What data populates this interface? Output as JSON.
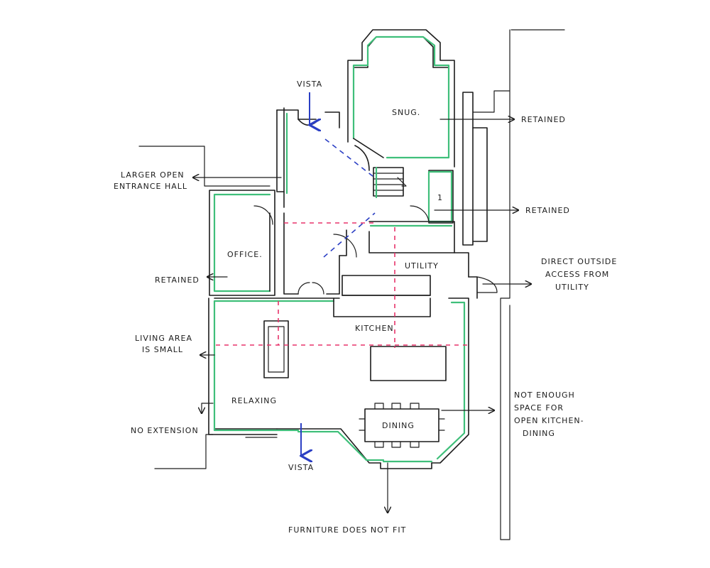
{
  "rooms": {
    "snug": "SNUG.",
    "office": "OFFICE.",
    "utility": "UTILITY",
    "kitchen": "KITCHEN",
    "relaxing": "RELAXING",
    "dining": "DINING",
    "wc_mark": "1"
  },
  "annotations": {
    "vista_top": "VISTA",
    "vista_bottom": "VISTA",
    "retained_snug": "RETAINED",
    "retained_wc": "RETAINED",
    "retained_office": "RETAINED",
    "entrance_line1": "LARGER OPEN",
    "entrance_line2": "ENTRANCE HALL",
    "outside_line1": "DIRECT OUTSIDE",
    "outside_line2": "ACCESS FROM",
    "outside_line3": "UTILITY",
    "living_line1": "LIVING AREA",
    "living_line2": "IS SMALL",
    "no_extension": "NO EXTENSION",
    "space_line1": "NOT ENOUGH",
    "space_line2": "SPACE FOR",
    "space_line3": "OPEN KITCHEN-",
    "space_line4": "DINING",
    "furniture": "FURNITURE DOES NOT FIT"
  },
  "colors": {
    "ink": "#1c1c1c",
    "retained_outline": "#3fbf7a",
    "sightline": "#e8336b",
    "vista_arrow": "#2b3fc4"
  }
}
